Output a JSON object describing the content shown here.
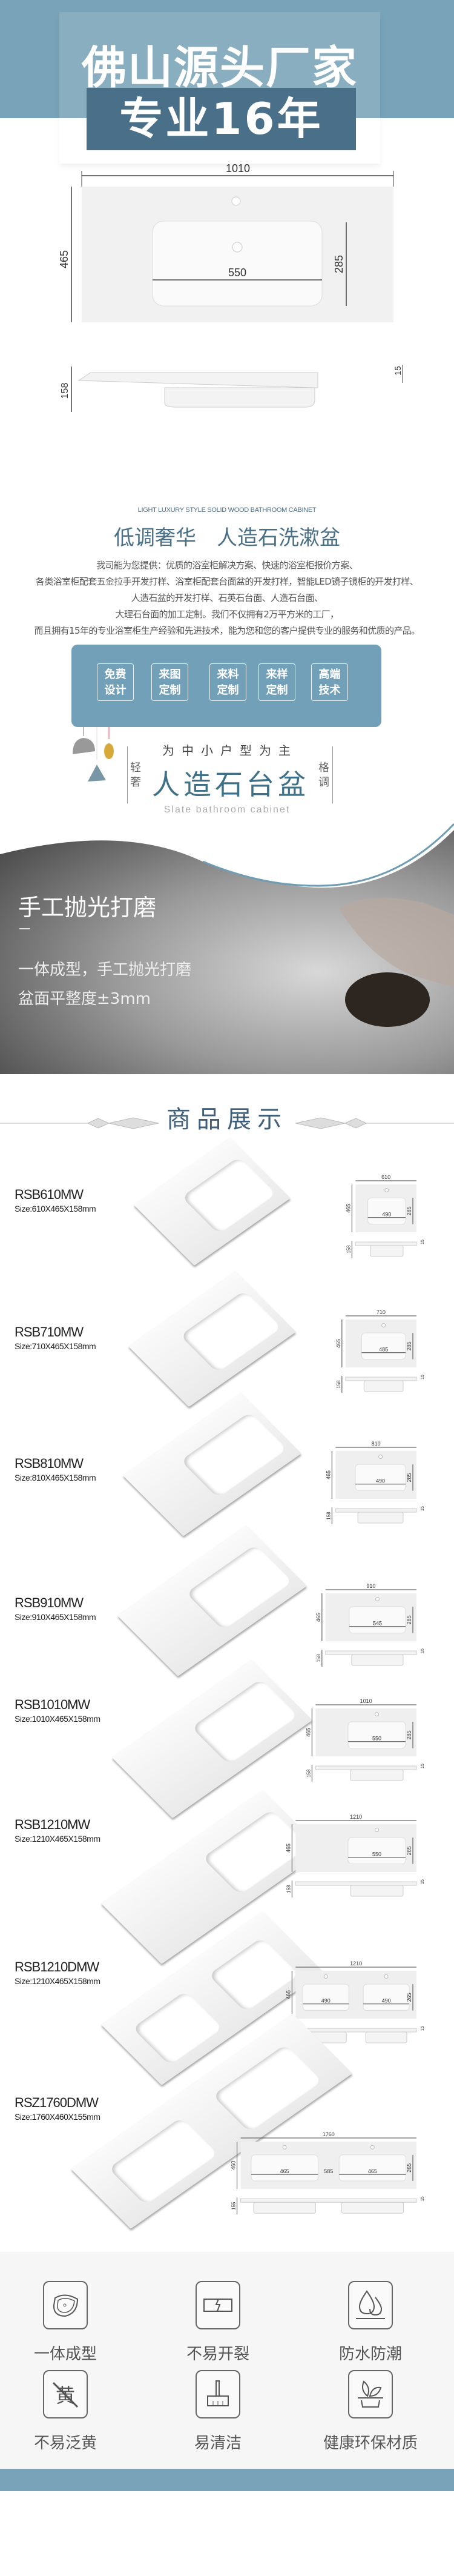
{
  "header": {
    "title": "佛山源头厂家",
    "subtitle": "专业16年",
    "drawing": {
      "width": "1010",
      "depth": "465",
      "basin_width": "550",
      "basin_depth": "285",
      "height": "158",
      "thickness": "15"
    }
  },
  "intro": {
    "en_subtitle": "LIGHT LUXURY STYLE  SOLID WOOD BATHROOM CABINET",
    "title": "低调奢华　人造石洗漱盆",
    "lines": [
      "我司能为您提供：优质的浴室柜解决方案、快速的浴室柜报价方案、",
      "各类浴室柜配套五金拉手开发打样、浴室柜配套台面盆的开发打样，智能LED镜子镜柜的开发打样、",
      "人造石盆的开发打样、石英石台面、人造石台面、",
      "大理石台面的加工定制。我们不仅拥有2万平方米的工厂，",
      "而且拥有15年的专业浴室柜生产经验和先进技术，能为您和您的客户提供专业的服务和优质的产品。"
    ]
  },
  "services": [
    {
      "l1": "免费",
      "l2": "设计"
    },
    {
      "l1": "来图",
      "l2": "定制"
    },
    {
      "l1": "来料",
      "l2": "定制"
    },
    {
      "l1": "来样",
      "l2": "定制"
    },
    {
      "l1": "高端",
      "l2": "技术"
    }
  ],
  "banner": {
    "slogan": "为中小户型为主",
    "side_left": "轻奢",
    "side_right": "格调",
    "title": "人造石台盆",
    "en": "Slate bathroom cabinet"
  },
  "process": {
    "title": "手工抛光打磨",
    "line1": "一体成型，手工抛光打磨",
    "line2": "盆面平整度±3mm"
  },
  "products_title": "商品展示",
  "products": [
    {
      "name": "RSB610MW",
      "size": "Size:610X465X158mm",
      "w": "610",
      "d": "465",
      "basins": [
        "490"
      ],
      "bd": "285",
      "h": "158",
      "t": "15"
    },
    {
      "name": "RSB710MW",
      "size": "Size:710X465X158mm",
      "w": "710",
      "d": "465",
      "basins": [
        "485"
      ],
      "bd": "285",
      "h": "158",
      "t": "15"
    },
    {
      "name": "RSB810MW",
      "size": "Size:810X465X158mm",
      "w": "810",
      "d": "465",
      "basins": [
        "490"
      ],
      "bd": "285",
      "h": "158",
      "t": "15"
    },
    {
      "name": "RSB910MW",
      "size": "Size:910X465X158mm",
      "w": "910",
      "d": "465",
      "basins": [
        "545"
      ],
      "bd": "285",
      "h": "158",
      "t": "15"
    },
    {
      "name": "RSB1010MW",
      "size": "Size:1010X465X158mm",
      "w": "1010",
      "d": "465",
      "basins": [
        "550"
      ],
      "bd": "285",
      "h": "158",
      "t": "15"
    },
    {
      "name": "RSB1210MW",
      "size": "Size:1210X465X158mm",
      "w": "1210",
      "d": "465",
      "basins": [
        "550"
      ],
      "bd": "285",
      "h": "158",
      "t": "15"
    },
    {
      "name": "RSB1210DMW",
      "size": "Size:1210X465X158mm",
      "w": "1210",
      "d": "465",
      "basins": [
        "490",
        "490"
      ],
      "bd": "265",
      "h": "158",
      "t": "15"
    },
    {
      "name": "RSZ1760DMW",
      "size": "Size:1760X460X155mm",
      "w": "1760",
      "d": "460",
      "basins": [
        "465",
        "465"
      ],
      "gap": "585",
      "bd": "265",
      "h": "155",
      "t": "15"
    }
  ],
  "features": [
    {
      "label": "一体成型",
      "icon": "basin-icon"
    },
    {
      "label": "不易开裂",
      "icon": "crack-icon"
    },
    {
      "label": "防水防潮",
      "icon": "water-drops-icon"
    },
    {
      "label": "不易泛黄",
      "icon": "no-yellow-icon",
      "glyph": "黄"
    },
    {
      "label": "易清洁",
      "icon": "brush-icon"
    },
    {
      "label": "健康环保材质",
      "icon": "plant-icon"
    }
  ],
  "colors": {
    "brand": "#78a3b8",
    "dark": "#4a6f88",
    "title": "#3e7189"
  }
}
